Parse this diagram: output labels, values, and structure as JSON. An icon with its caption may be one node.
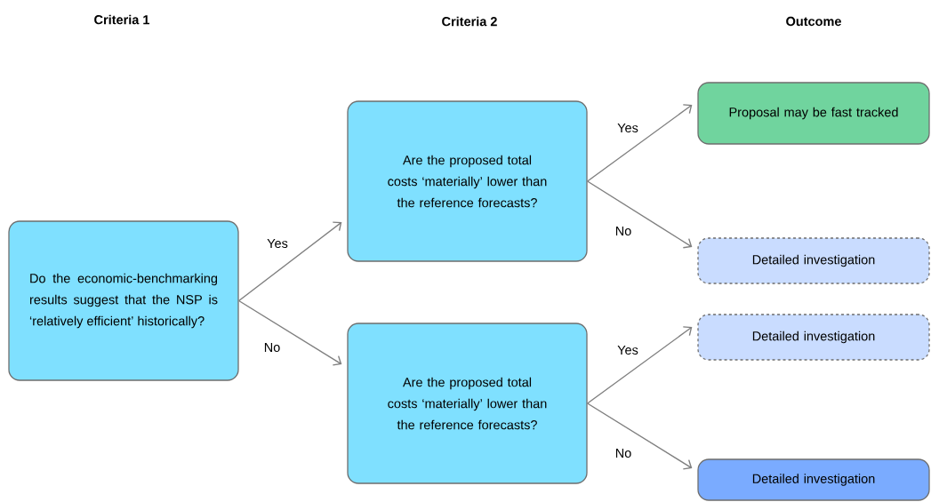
{
  "diagram": {
    "nodes": [
      {
        "text": [
          "Do the economic-benchmarking results suggest that the NSP is ‘relatively efficient’ historically?"
        ]
      },
      {
        "text": [
          "Are the proposed total costs ‘materially’ lower than the reference forecasts?"
        ]
      },
      {
        "text": [
          "Are the proposed total costs ‘materially’ lower than the reference forecasts?"
        ]
      },
      {
        "text": [
          "Proposal may be fast tracked"
        ]
      },
      {
        "text": [
          "Detailed investigation"
        ]
      },
      {
        "text": [
          "Detailed investigation"
        ]
      },
      {
        "text": [
          "Detailed investigation"
        ]
      }
    ],
    "edges": [
      {
        "from": 0,
        "to": 1,
        "arrow": "to",
        "label": "Yes"
      },
      {
        "from": 0,
        "to": 2,
        "arrow": "to",
        "label": "No"
      },
      {
        "from": 1,
        "to": 3,
        "arrow": "to",
        "label": "Yes"
      },
      {
        "from": 1,
        "to": 4,
        "arrow": "to",
        "label": "No"
      },
      {
        "from": 2,
        "to": 5,
        "arrow": "to",
        "label": "Yes"
      },
      {
        "from": 2,
        "to": 6,
        "arrow": "to",
        "label": "No"
      }
    ],
    "labels": [
      "Criteria 1",
      "Criteria 2",
      "Outcome"
    ]
  }
}
